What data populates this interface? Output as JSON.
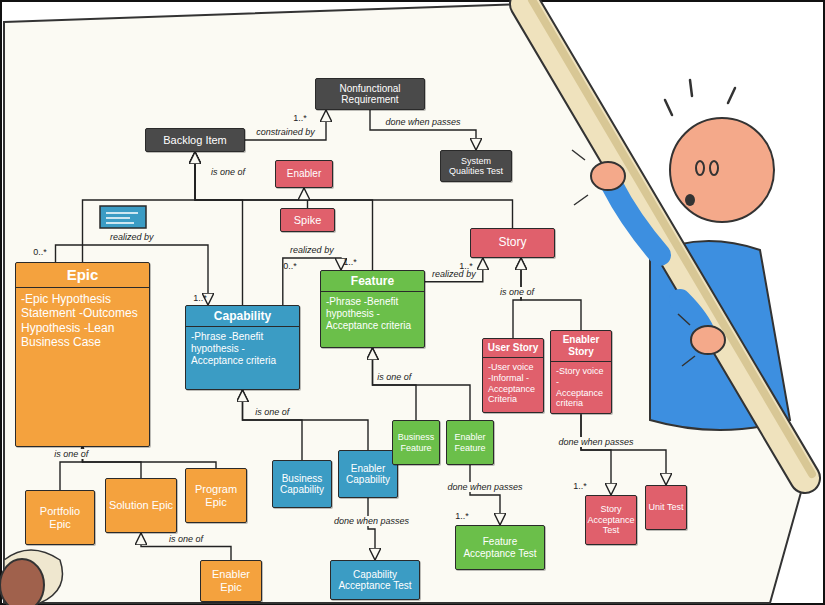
{
  "diagram": {
    "nodes": [
      {
        "text": [
          "Backlog Item"
        ]
      },
      {
        "text": [
          "Nonfunctional Requirement"
        ]
      },
      {
        "text": [
          "System Qualities Test"
        ]
      },
      {
        "text": [
          "Enabler"
        ]
      },
      {
        "text": [
          "Spike"
        ]
      },
      {
        "text": [
          "Story"
        ]
      },
      {
        "text": [
          "Epic",
          "-Epic Hypothesis Statement -Outcomes Hypothesis -Lean Business Case"
        ]
      },
      {
        "text": [
          "Capability",
          "-Phrase -Benefit hypothesis -Acceptance criteria"
        ]
      },
      {
        "text": [
          "Feature",
          "-Phrase -Benefit hypothesis -Acceptance criteria"
        ]
      },
      {
        "text": [
          "User Story",
          "-User voice -Informal -Acceptance Criteria"
        ]
      },
      {
        "text": [
          "Enabler Story",
          "-Story voice -Acceptance criteria"
        ]
      },
      {
        "text": [
          "Portfolio Epic"
        ]
      },
      {
        "text": [
          "Solution Epic"
        ]
      },
      {
        "text": [
          "Program Epic"
        ]
      },
      {
        "text": [
          "Enabler Epic"
        ]
      },
      {
        "text": [
          "Business Capability"
        ]
      },
      {
        "text": [
          "Enabler Capability"
        ]
      },
      {
        "text": [
          "Business Feature"
        ]
      },
      {
        "text": [
          "Enabler Feature"
        ]
      },
      {
        "text": [
          "Feature Acceptance Test"
        ]
      },
      {
        "text": [
          "Capability Acceptance Test"
        ]
      },
      {
        "text": [
          "Story Acceptance Test"
        ]
      },
      {
        "text": [
          "Unit Test"
        ]
      }
    ],
    "edges": [
      {
        "from": 0,
        "to": 1,
        "arrow": "to",
        "label": "constrained by"
      },
      {
        "from": 1,
        "to": 2,
        "arrow": "to",
        "label": "done when passes"
      },
      {
        "from": 6,
        "to": 0,
        "arrow": "to"
      },
      {
        "from": 7,
        "to": 0,
        "arrow": "to",
        "label": "is one of"
      },
      {
        "from": 8,
        "to": 0,
        "arrow": "to"
      },
      {
        "from": 5,
        "to": 0,
        "arrow": "to"
      },
      {
        "from": 6,
        "to": 7,
        "arrow": "to",
        "label": "realized by"
      },
      {
        "from": 7,
        "to": 8,
        "arrow": "to",
        "label": "realized by"
      },
      {
        "from": 8,
        "to": 5,
        "arrow": "to",
        "label": "realized by"
      },
      {
        "from": 4,
        "to": 3,
        "arrow": "to"
      },
      {
        "from": 11,
        "to": 6,
        "arrow": "to",
        "label": "is one of"
      },
      {
        "from": 12,
        "to": 6,
        "arrow": "to"
      },
      {
        "from": 13,
        "to": 6,
        "arrow": "to"
      },
      {
        "from": 14,
        "to": 12,
        "arrow": "to",
        "label": "is one of"
      },
      {
        "from": 15,
        "to": 7,
        "arrow": "to",
        "label": "is one of"
      },
      {
        "from": 16,
        "to": 7,
        "arrow": "to"
      },
      {
        "from": 17,
        "to": 8,
        "arrow": "to",
        "label": "is one of"
      },
      {
        "from": 18,
        "to": 8,
        "arrow": "to"
      },
      {
        "from": 9,
        "to": 5,
        "arrow": "to",
        "label": "is one of"
      },
      {
        "from": 10,
        "to": 5,
        "arrow": "to"
      },
      {
        "from": 18,
        "to": 19,
        "arrow": "to",
        "label": "done when passes"
      },
      {
        "from": 16,
        "to": 20,
        "arrow": "to",
        "label": "done when passes"
      },
      {
        "from": 10,
        "to": 21,
        "arrow": "to",
        "label": "done when passes"
      },
      {
        "from": 10,
        "to": 22,
        "arrow": "to"
      }
    ],
    "labels": [
      "1..*",
      "0..*",
      "1..*",
      "0..*",
      "1..*",
      "1..*",
      "1..*",
      "1..*"
    ]
  }
}
